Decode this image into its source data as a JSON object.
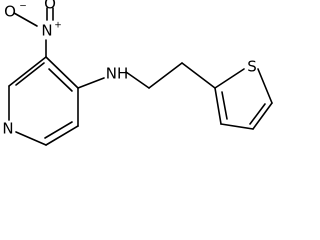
{
  "molecule": {
    "atoms": {
      "oxygen_minus": "O",
      "minus_charge": "−",
      "nitrogen_plus": "N",
      "plus_charge": "+",
      "oxygen_double": "O",
      "amine": "NH",
      "pyridine_n": "N",
      "thiophene_s": "S"
    }
  }
}
